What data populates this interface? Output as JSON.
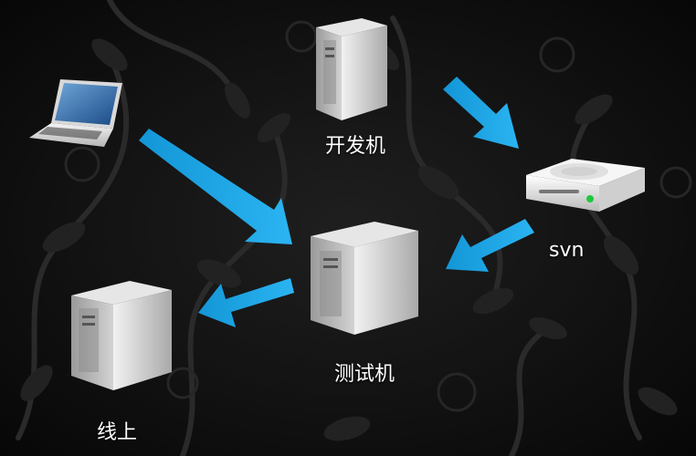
{
  "nodes": {
    "dev": {
      "label": "开发机",
      "icon": "tower-server-icon"
    },
    "svn": {
      "label": "svn",
      "icon": "hard-drive-icon"
    },
    "test": {
      "label": "测试机",
      "icon": "tower-server-icon"
    },
    "prod": {
      "label": "线上",
      "icon": "tower-server-icon"
    },
    "laptop": {
      "icon": "laptop-icon"
    }
  },
  "edges": [
    {
      "from": "dev",
      "to": "svn"
    },
    {
      "from": "laptop",
      "to": "test"
    },
    {
      "from": "svn",
      "to": "test"
    },
    {
      "from": "test",
      "to": "prod"
    }
  ],
  "colors": {
    "arrow": "#1aa3e8",
    "background": "#111111",
    "label": "#ffffff"
  }
}
